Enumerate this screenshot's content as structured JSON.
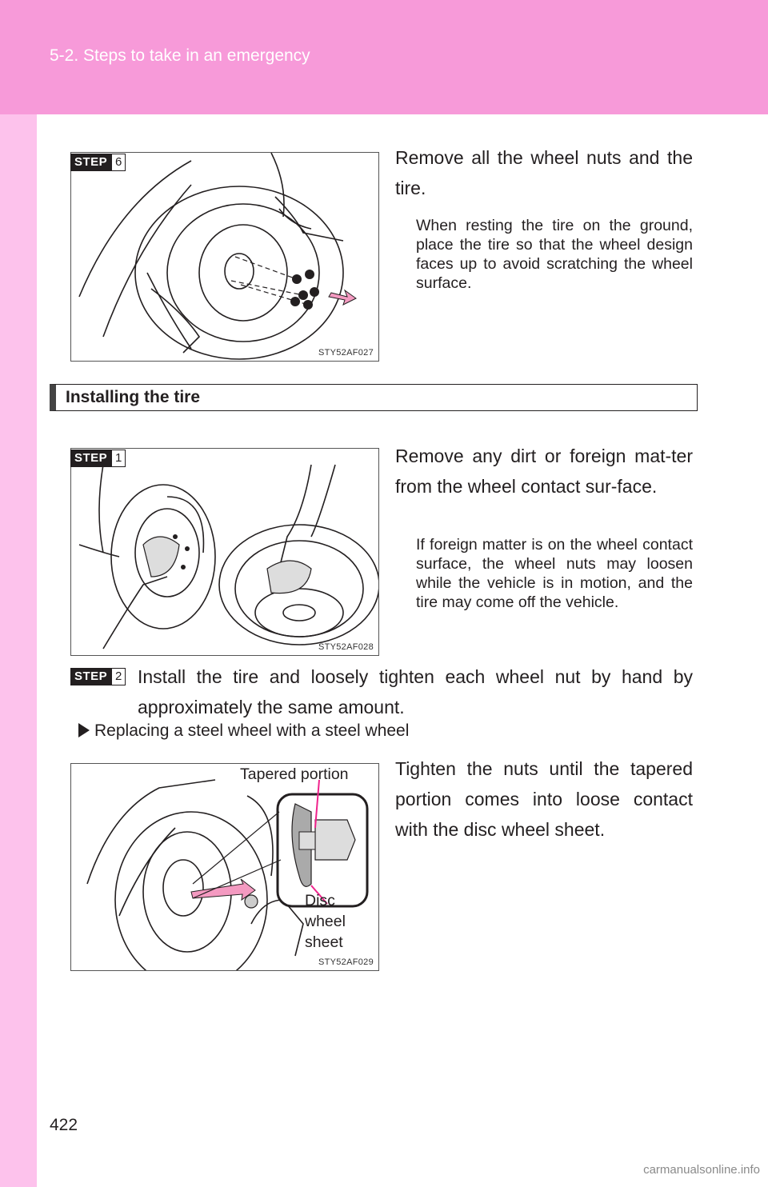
{
  "header": {
    "section": "5-2. Steps to take in an emergency"
  },
  "page_number": "422",
  "step6": {
    "step_word": "STEP",
    "step_num": "6",
    "main": "Remove all the wheel nuts and the tire.",
    "sub": "When resting the tire on the ground, place the tire so that the wheel design faces up to avoid scratching the wheel surface.",
    "figure_code": "STY52AF027"
  },
  "section": {
    "title": "Installing the tire"
  },
  "step1": {
    "step_word": "STEP",
    "step_num": "1",
    "main": "Remove any dirt or foreign mat-ter from the wheel contact sur-face.",
    "sub": "If foreign matter is on the wheel contact surface, the wheel nuts may loosen while the vehicle is in motion, and the tire may come off the vehicle.",
    "figure_code": "STY52AF028"
  },
  "step2": {
    "step_word": "STEP",
    "step_num": "2",
    "main": "Install the tire and loosely tighten each wheel nut by hand by approximately the same amount."
  },
  "steel": {
    "bullet": "Replacing a steel wheel with a steel wheel",
    "main": "Tighten the nuts until the tapered portion comes into loose contact with the disc wheel sheet.",
    "label_tapered": "Tapered portion",
    "label_disc": "Disc wheel sheet",
    "figure_code": "STY52AF029"
  },
  "watermark": "carmanualsonline.info"
}
